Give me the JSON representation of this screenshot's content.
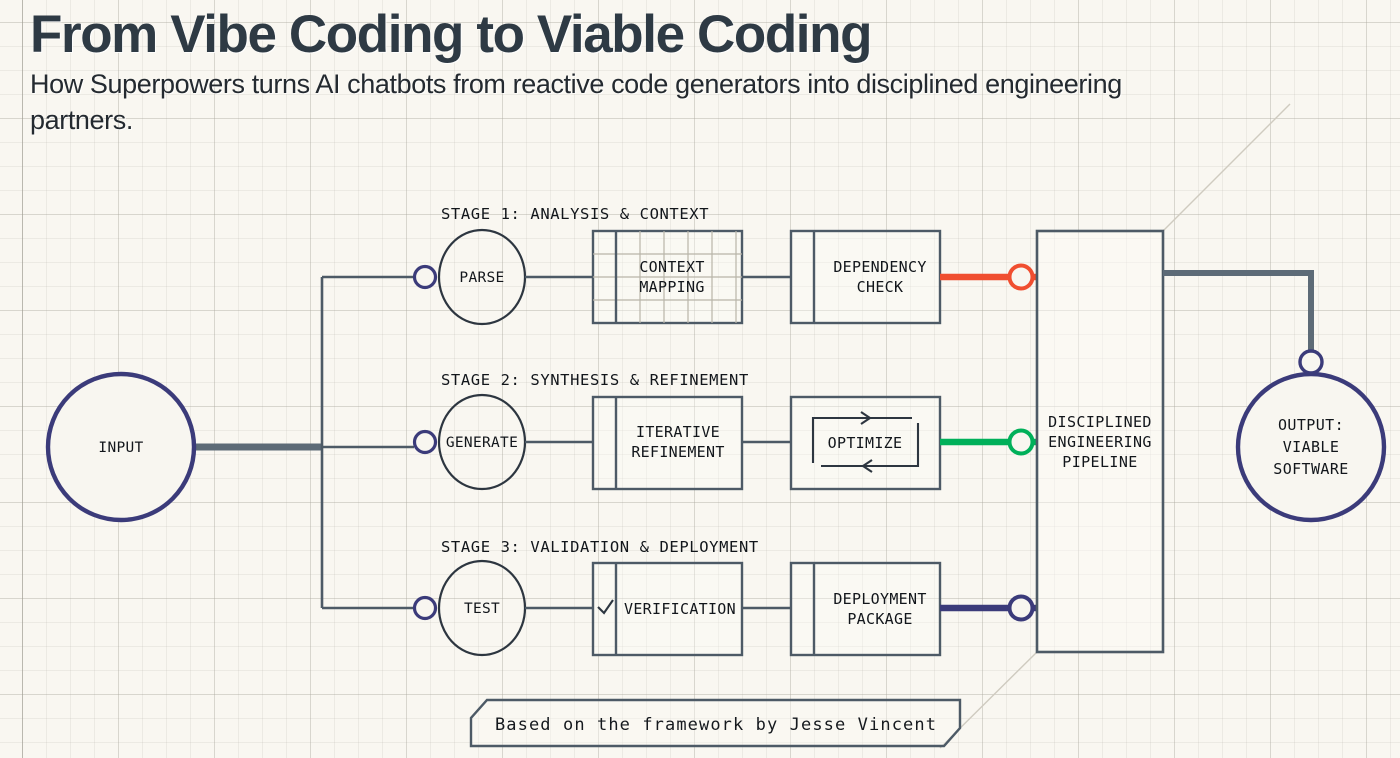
{
  "header": {
    "title": "From Vibe Coding to Viable Coding",
    "subtitle": "How Superpowers turns AI chatbots from reactive code generators into disciplined engineering partners."
  },
  "colors": {
    "paper": "#f9f7f1",
    "grid": "#aaa89e",
    "ink": "#4d5a66",
    "indigo": "#3b3b7a",
    "red": "#f04e30",
    "green": "#00b05a",
    "text": "#12161b",
    "title": "#2e3a44"
  },
  "input_node": {
    "label": "INPUT",
    "shape": "circle",
    "accent": "#3b3b7a"
  },
  "stages": [
    {
      "id": "stage-1",
      "label": "STAGE 1: ANALYSIS & CONTEXT",
      "node": {
        "label": "PARSE",
        "shape": "circle"
      },
      "box_a": {
        "label_line1": "CONTEXT",
        "label_line2": "MAPPING",
        "texture": "grid",
        "icon": "none"
      },
      "box_b": {
        "label_line1": "DEPENDENCY",
        "label_line2": "CHECK",
        "texture": "plain",
        "icon": "none"
      },
      "connector_color": "#f04e30",
      "connector_name": "red"
    },
    {
      "id": "stage-2",
      "label": "STAGE 2: SYNTHESIS & REFINEMENT",
      "node": {
        "label": "GENERATE",
        "shape": "circle"
      },
      "box_a": {
        "label_line1": "ITERATIVE",
        "label_line2": "REFINEMENT",
        "texture": "plain",
        "icon": "none"
      },
      "box_b": {
        "label_line1": "OPTIMIZE",
        "label_line2": "",
        "texture": "plain",
        "icon": "loop-arrows"
      },
      "connector_color": "#00b05a",
      "connector_name": "green"
    },
    {
      "id": "stage-3",
      "label": "STAGE 3: VALIDATION & DEPLOYMENT",
      "node": {
        "label": "TEST",
        "shape": "circle"
      },
      "box_a": {
        "label_line1": "VERIFICATION",
        "label_line2": "",
        "texture": "plain",
        "icon": "check"
      },
      "box_b": {
        "label_line1": "DEPLOYMENT",
        "label_line2": "PACKAGE",
        "texture": "plain",
        "icon": "none"
      },
      "connector_color": "#3b3b7a",
      "connector_name": "indigo"
    }
  ],
  "pipeline": {
    "line1": "DISCIPLINED",
    "line2": "ENGINEERING",
    "line3": "PIPELINE"
  },
  "output_node": {
    "line1": "OUTPUT:",
    "line2": "VIABLE",
    "line3": "SOFTWARE",
    "accent": "#3b3b7a"
  },
  "footer": {
    "caption": "Based on the framework by Jesse Vincent"
  }
}
